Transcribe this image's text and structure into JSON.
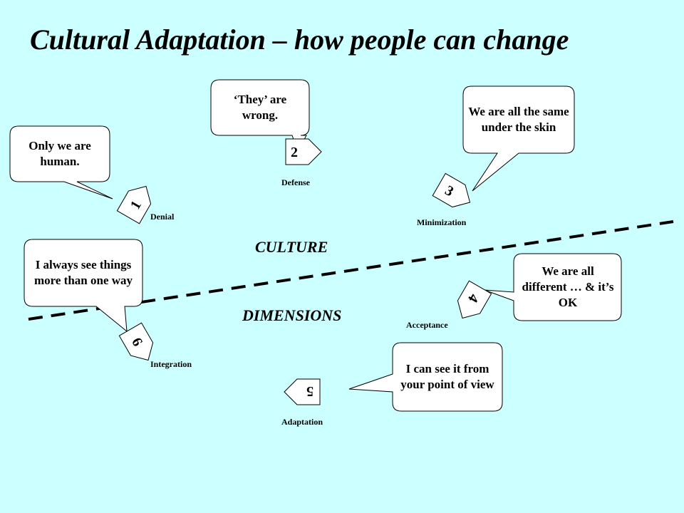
{
  "title": "Cultural Adaptation – how people can change",
  "axis_labels": {
    "upper": "CULTURE",
    "lower": "DIMENSIONS"
  },
  "stages": [
    {
      "number": "1",
      "label": "Denial",
      "quote": "Only we are human."
    },
    {
      "number": "2",
      "label": "Defense",
      "quote": "‘They’ are wrong."
    },
    {
      "number": "3",
      "label": "Minimization",
      "quote": "We are all the same under the skin"
    },
    {
      "number": "4",
      "label": "Acceptance",
      "quote": "We are all different … & it’s OK"
    },
    {
      "number": "5",
      "label": "Adaptation",
      "quote": "I can see it from your point of view"
    },
    {
      "number": "6",
      "label": "Integration",
      "quote": "I always see things more than one way"
    }
  ],
  "colors": {
    "background": "#ccffff",
    "shape_fill": "#ffffff",
    "outline": "#000000"
  }
}
